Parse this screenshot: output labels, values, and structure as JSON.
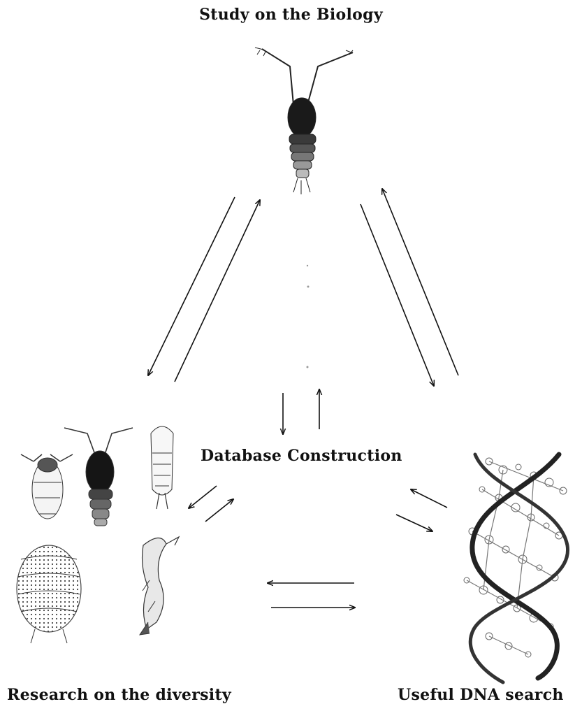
{
  "diagram": {
    "top_label": "Study on the Biology",
    "center_label": "Database Construction",
    "bottom_left_label": "Research on the diversity",
    "bottom_right_label": "Useful DNA search"
  }
}
